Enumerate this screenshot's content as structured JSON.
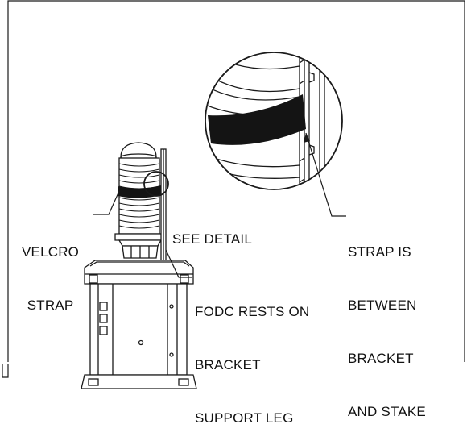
{
  "figure": {
    "stroke_color": "#1a1a1a",
    "strap_color": "#141414",
    "background_color": "#ffffff"
  },
  "callouts": {
    "velcro_strap": {
      "lines": [
        "VELCRO",
        "STRAP"
      ]
    },
    "see_detail": {
      "text": "SEE DETAIL"
    },
    "strap_between": {
      "lines": [
        "STRAP IS",
        "BETWEEN",
        "BRACKET",
        "AND STAKE"
      ]
    },
    "fodc_rests": {
      "lines": [
        "FODC RESTS ON",
        "BRACKET",
        "SUPPORT LEG"
      ]
    }
  }
}
